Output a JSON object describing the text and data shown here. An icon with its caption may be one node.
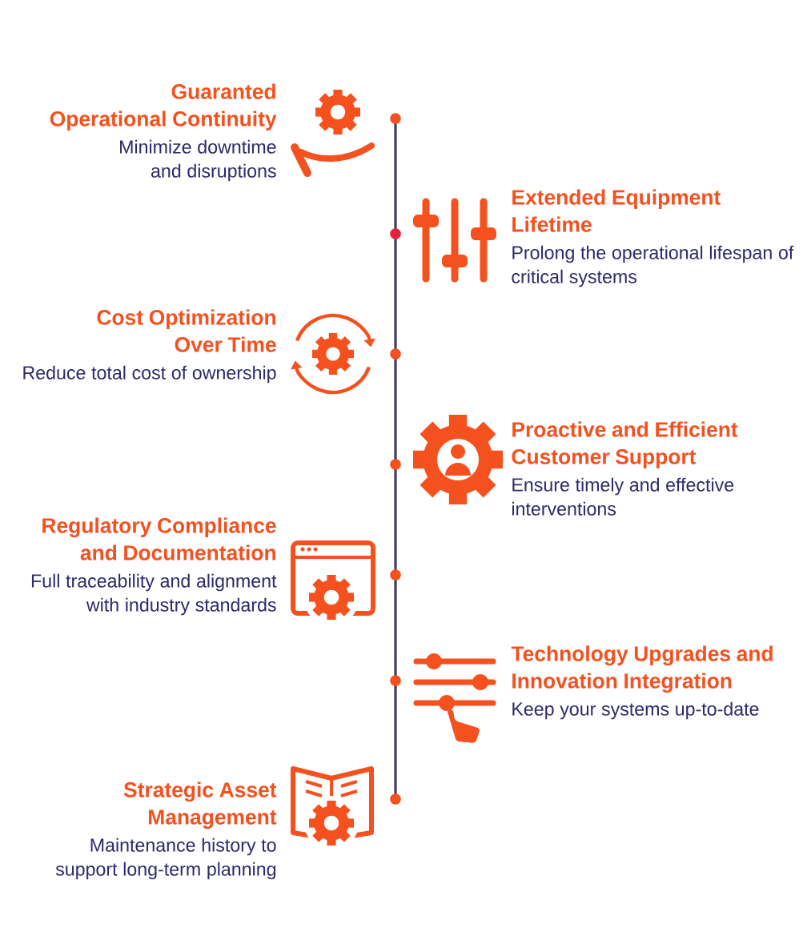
{
  "diagram": {
    "nodes": [
      {
        "text": [
          "Guaranted Operational Continuity",
          "Minimize downtime and disruptions"
        ]
      },
      {
        "text": [
          "Extended Equipment Lifetime",
          "Prolong the operational lifespan of critical systems"
        ]
      },
      {
        "text": [
          "Cost Optimization Over Time",
          "Reduce total cost of ownership"
        ]
      },
      {
        "text": [
          "Proactive and Efficient Customer Support",
          "Ensure timely and effective interventions"
        ]
      },
      {
        "text": [
          "Regulatory Compliance and Documentation",
          "Full traceability and alignment with industry standards"
        ]
      },
      {
        "text": [
          "Technology Upgrades and Innovation Integration",
          "Keep your systems up-to-date"
        ]
      },
      {
        "text": [
          "Strategic Asset Management",
          "Maintenance history to support long-term planning"
        ]
      }
    ]
  }
}
